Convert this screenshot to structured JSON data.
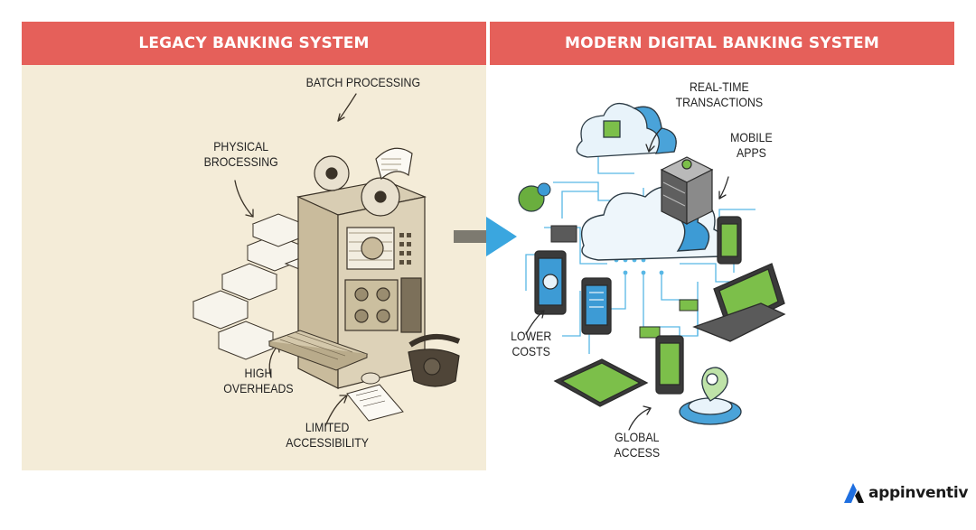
{
  "left_panel": {
    "title": "LEGACY BANKING SYSTEM",
    "labels": {
      "batch": "BATCH PROCESSING",
      "physical_line1": "PHYSICAL",
      "physical_line2": "BROCESSING",
      "overheads_line1": "HIGH",
      "overheads_line2": "OVERHEADS",
      "access_line1": "LIMITED",
      "access_line2": "ACCESSIBILITY"
    }
  },
  "right_panel": {
    "title": "MODERN DIGITAL BANKING SYSTEM",
    "labels": {
      "realtime_line1": "REAL-TIME",
      "realtime_line2": "TRANSACTIONS",
      "mobile_line1": "MOBILE",
      "mobile_line2": "APPS",
      "costs_line1": "LOWER",
      "costs_line2": "COSTS",
      "global_line1": "GLOBAL",
      "global_line2": "ACCESS"
    }
  },
  "brand": {
    "name": "appinventiv",
    "icon": "appinventiv-logo-icon"
  },
  "colors": {
    "header": "#e5605a",
    "legacy_bg": "#f4ecd8",
    "accent_blue": "#3aa6df",
    "accent_green": "#6aae3e",
    "arrow_gray": "#7d7a70"
  }
}
